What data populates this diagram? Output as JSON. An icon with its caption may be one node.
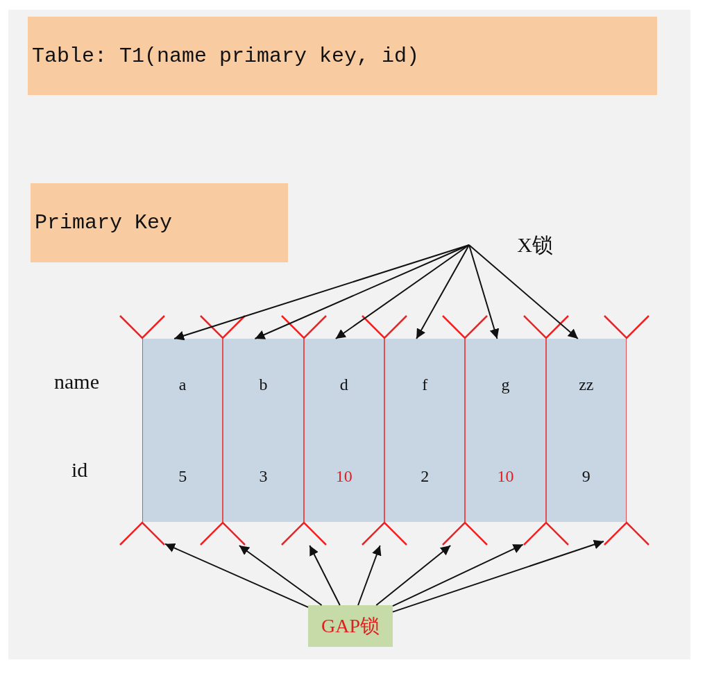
{
  "diagram": {
    "nodes": [
      {
        "text": [
          "Table: T1(name primary key, id)"
        ]
      },
      {
        "text": [
          "Primary Key"
        ]
      },
      {
        "text": [
          "X锁"
        ]
      },
      {
        "text": [
          "a"
        ]
      },
      {
        "text": [
          "b"
        ]
      },
      {
        "text": [
          "d"
        ]
      },
      {
        "text": [
          "f"
        ]
      },
      {
        "text": [
          "g"
        ]
      },
      {
        "text": [
          "zz"
        ]
      },
      {
        "text": [],
        "shape": "chevron"
      },
      {
        "text": [],
        "shape": "chevron"
      },
      {
        "text": [],
        "shape": "chevron"
      },
      {
        "text": [],
        "shape": "chevron"
      },
      {
        "text": [],
        "shape": "chevron"
      },
      {
        "text": [],
        "shape": "chevron"
      },
      {
        "text": [],
        "shape": "chevron"
      },
      {
        "text": [
          "GAP锁"
        ]
      }
    ],
    "edges": [
      {
        "from": 2,
        "to": 3,
        "arrow": "to"
      },
      {
        "from": 2,
        "to": 4,
        "arrow": "to"
      },
      {
        "from": 2,
        "to": 5,
        "arrow": "to"
      },
      {
        "from": 2,
        "to": 6,
        "arrow": "to"
      },
      {
        "from": 2,
        "to": 7,
        "arrow": "to"
      },
      {
        "from": 2,
        "to": 8,
        "arrow": "to"
      },
      {
        "from": 16,
        "to": 9,
        "arrow": "to"
      },
      {
        "from": 16,
        "to": 10,
        "arrow": "to"
      },
      {
        "from": 16,
        "to": 11,
        "arrow": "to"
      },
      {
        "from": 16,
        "to": 12,
        "arrow": "to"
      },
      {
        "from": 16,
        "to": 13,
        "arrow": "to"
      },
      {
        "from": 16,
        "to": 14,
        "arrow": "to"
      },
      {
        "from": 16,
        "to": 15,
        "arrow": "to"
      }
    ],
    "labels": [
      "name",
      "id",
      "5",
      "3",
      "10",
      "2",
      "10",
      "9"
    ]
  }
}
